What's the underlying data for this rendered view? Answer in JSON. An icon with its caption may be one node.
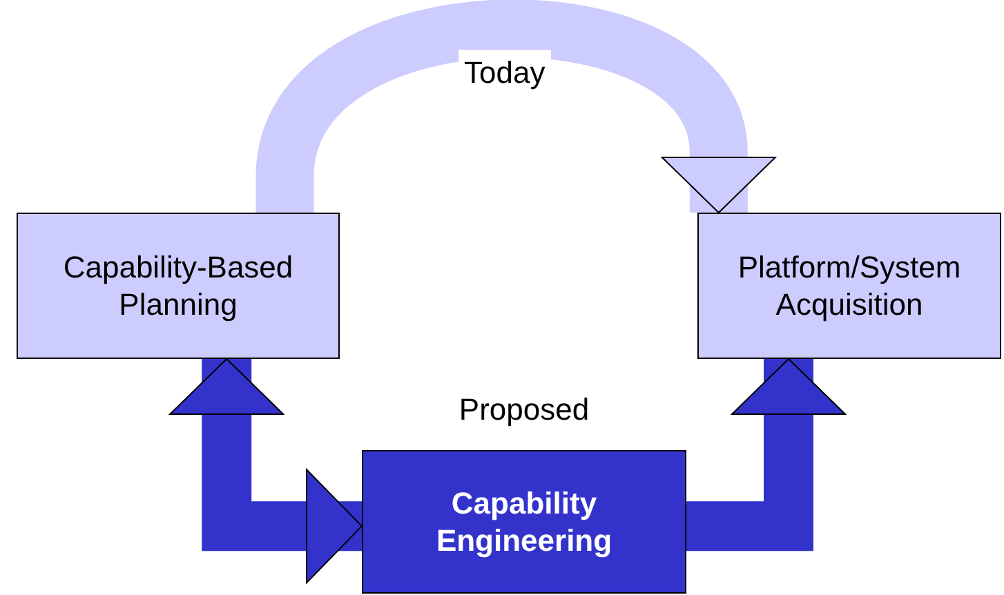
{
  "diagram": {
    "nodes": [
      {
        "text": [
          "Capability-Based Planning"
        ]
      },
      {
        "text": [
          "Platform/System Acquisition"
        ]
      },
      {
        "text": [
          "Capability Engineering"
        ],
        "beside": [
          "Proposed"
        ]
      }
    ],
    "edges": [
      {
        "from": 0,
        "to": 1,
        "arrow": "to",
        "label": "Today",
        "color": "#ccccff"
      },
      {
        "from": 2,
        "to": 0,
        "arrow": "both"
      },
      {
        "from": 2,
        "to": 1,
        "arrow": "to"
      }
    ]
  }
}
